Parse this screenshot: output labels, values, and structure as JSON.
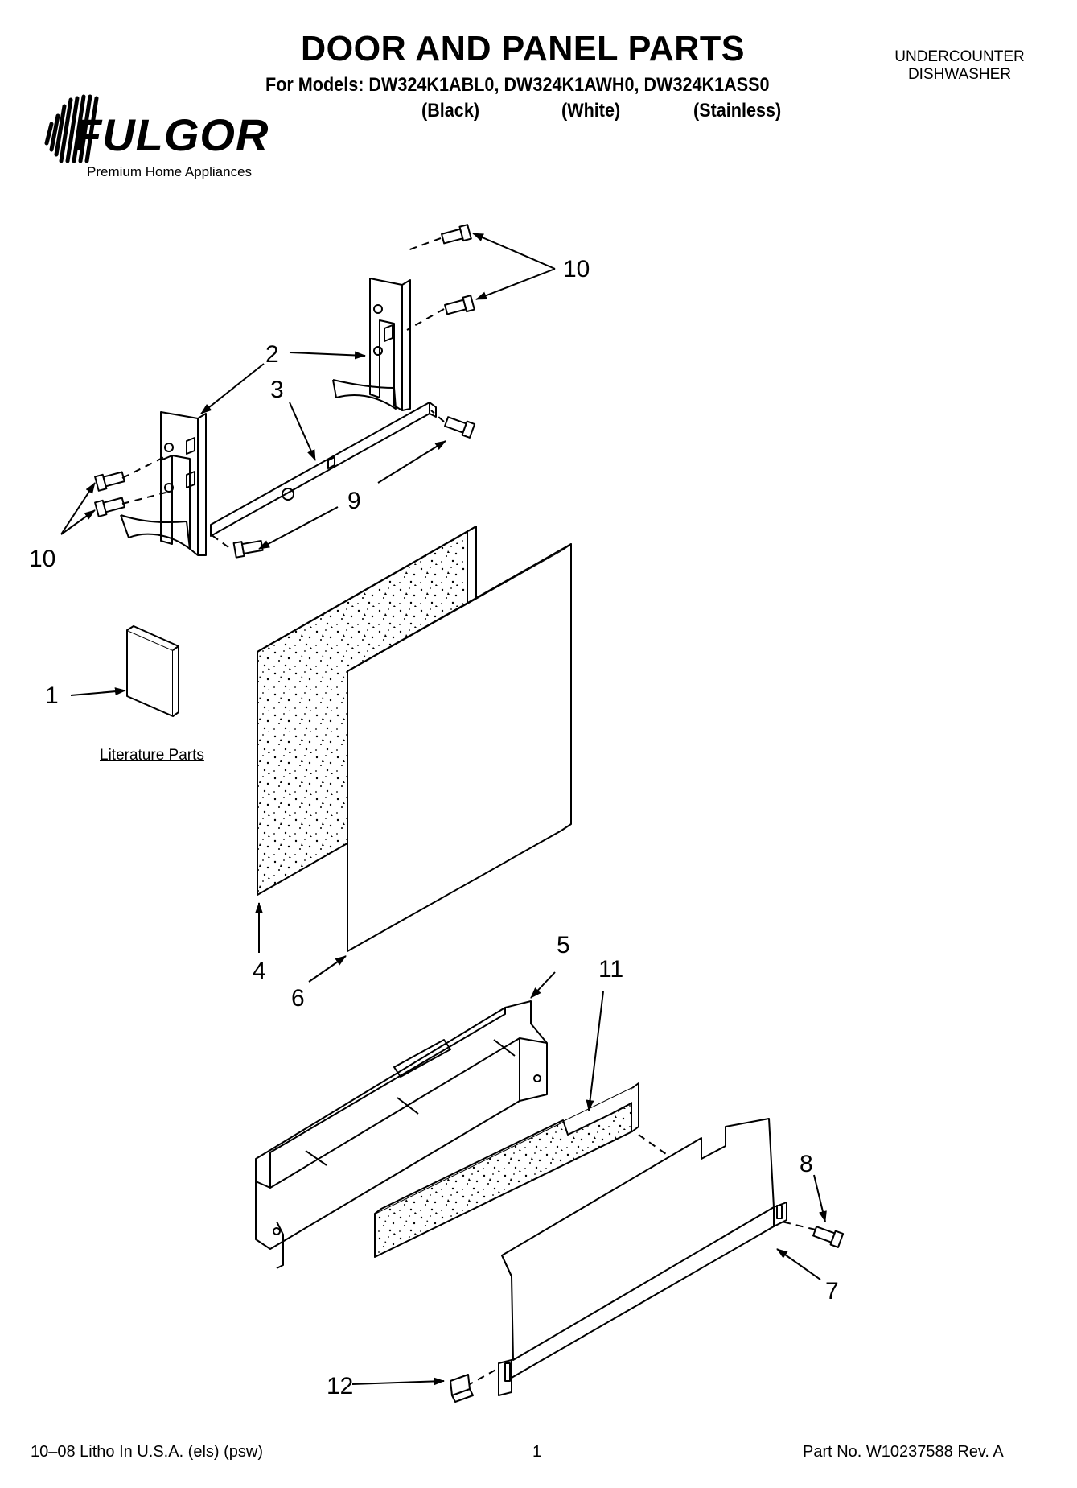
{
  "header": {
    "title": "DOOR AND PANEL PARTS",
    "models_line": "For Models: DW324K1ABL0, DW324K1AWH0, DW324K1ASS0",
    "variants": [
      "(Black)",
      "(White)",
      "(Stainless)"
    ],
    "category_line1": "UNDERCOUNTER",
    "category_line2": "DISHWASHER"
  },
  "brand": {
    "name": "FULGOR",
    "tagline": "Premium Home Appliances"
  },
  "diagram": {
    "literature_label": "Literature Parts",
    "callouts": [
      "1",
      "2",
      "3",
      "4",
      "5",
      "6",
      "7",
      "8",
      "9",
      "10",
      "10",
      "11",
      "12"
    ]
  },
  "footer": {
    "print_info": "10–08 Litho In U.S.A. (els) (psw)",
    "page_number": "1",
    "part_number": "Part No. W10237588 Rev. A"
  }
}
